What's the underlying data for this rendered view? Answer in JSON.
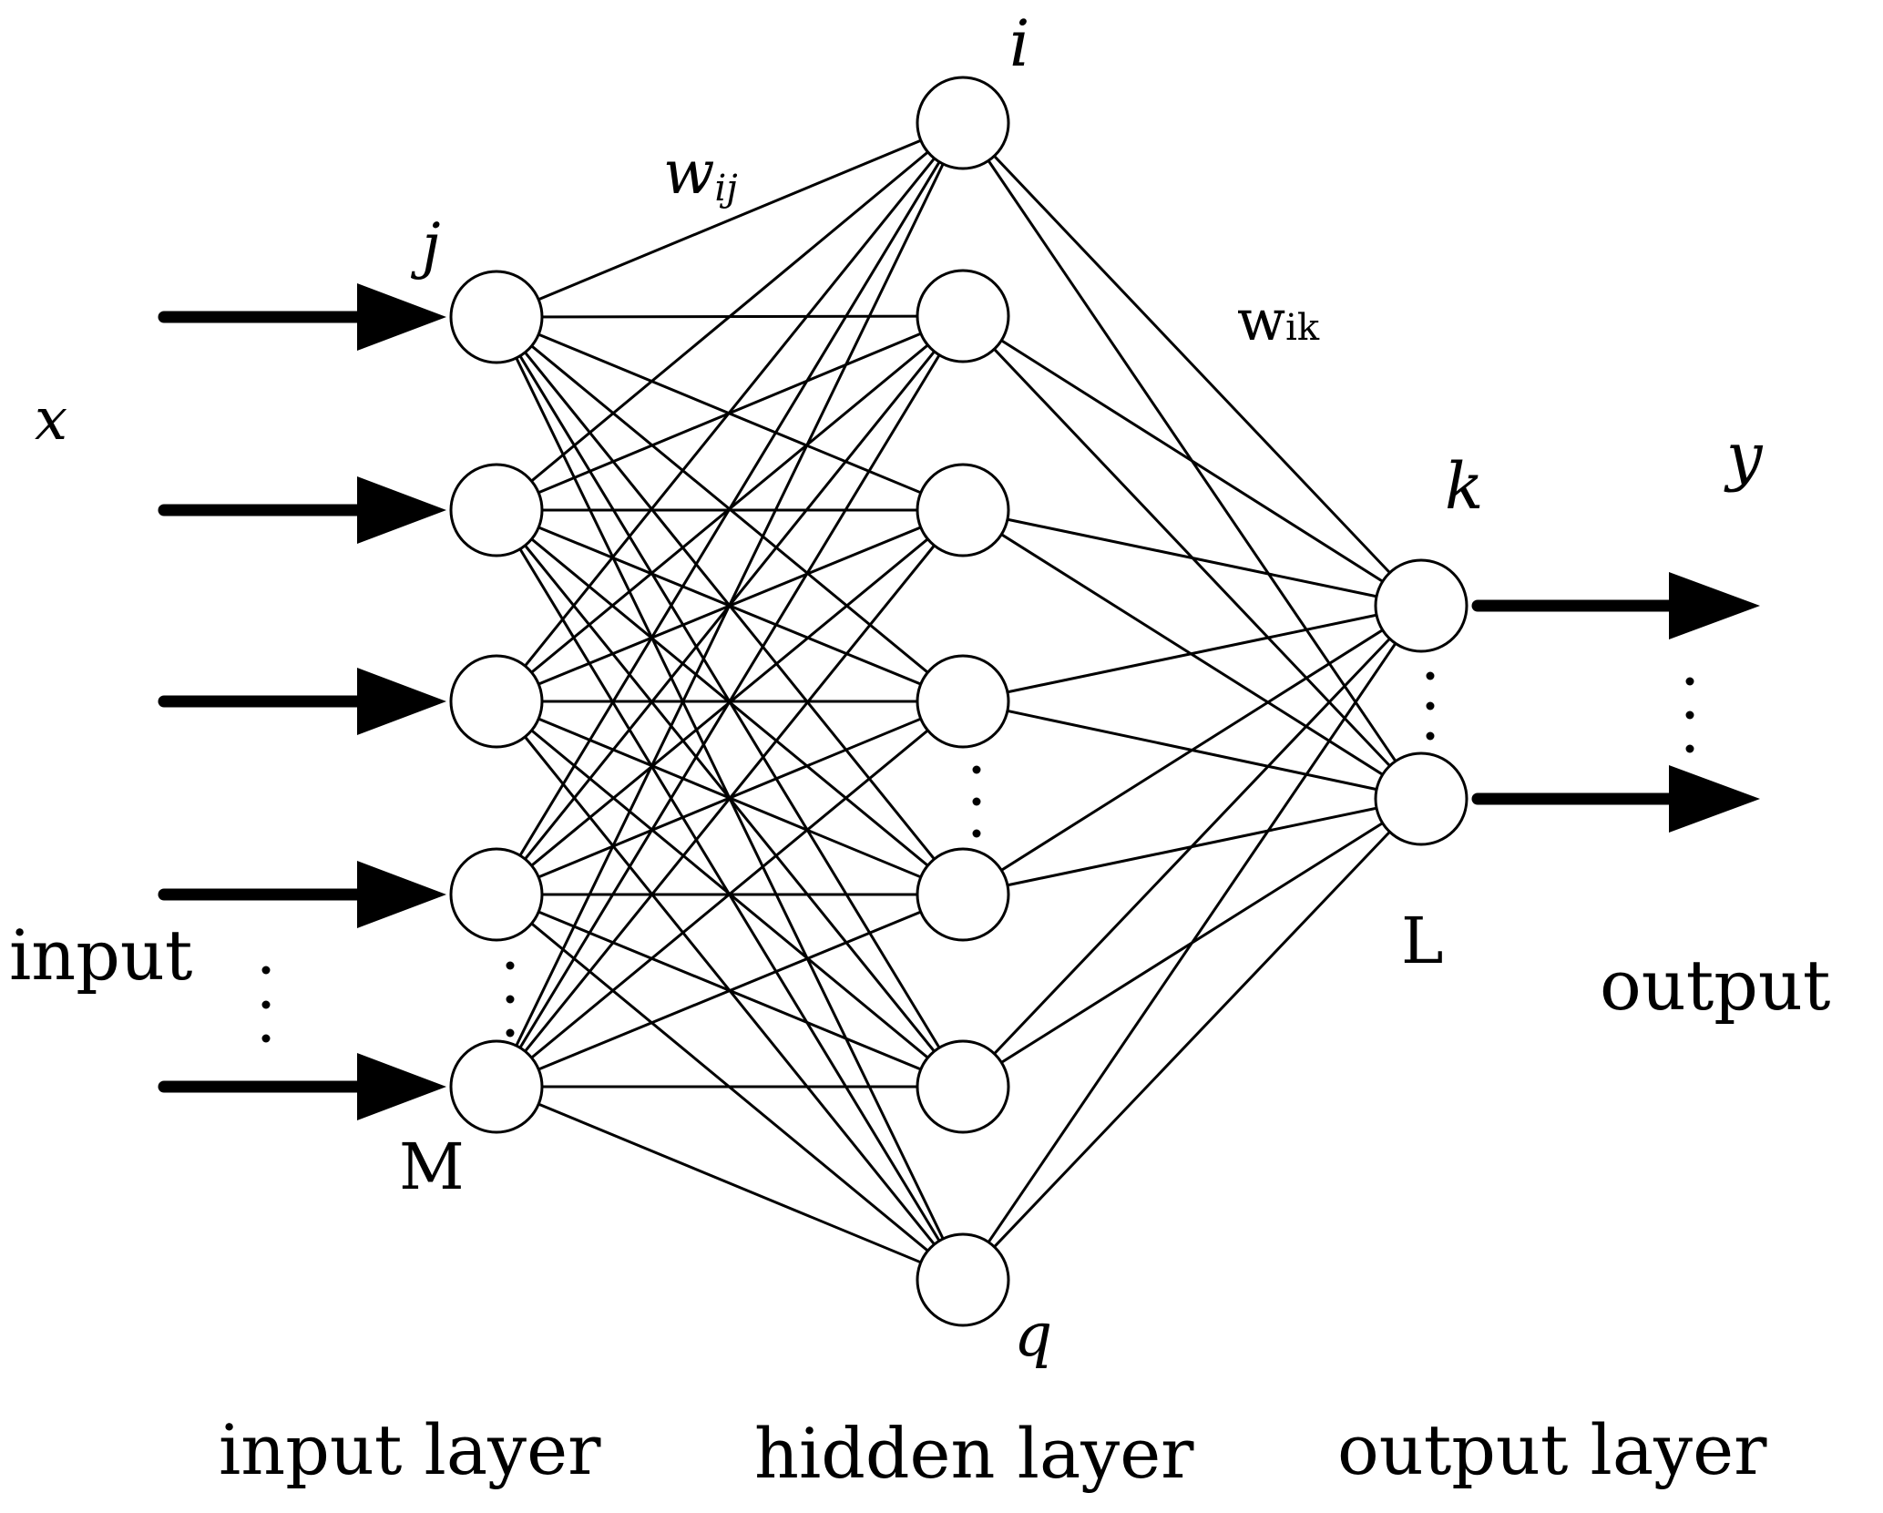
{
  "labels": {
    "x": "x",
    "input": "input",
    "j": "j",
    "M": "M",
    "wij_main": "w",
    "wij_sub": "ij",
    "i": "i",
    "q": "q",
    "wik_main": "w",
    "wik_sub": "ik",
    "k": "k",
    "L": "L",
    "y": "y",
    "output": "output",
    "input_layer": "input layer",
    "hidden_layer": "hidden layer",
    "output_layer": "output layer"
  },
  "network": {
    "input_nodes_drawn": 5,
    "hidden_nodes_drawn": 7,
    "output_nodes_drawn": 2,
    "fully_connected": true,
    "ellipsis_between": {
      "input": "after node 4",
      "hidden": "after node 4",
      "output": "after node 1"
    }
  },
  "colors": {
    "background": "#ffffff",
    "stroke": "#000000",
    "node_fill": "#ffffff"
  }
}
